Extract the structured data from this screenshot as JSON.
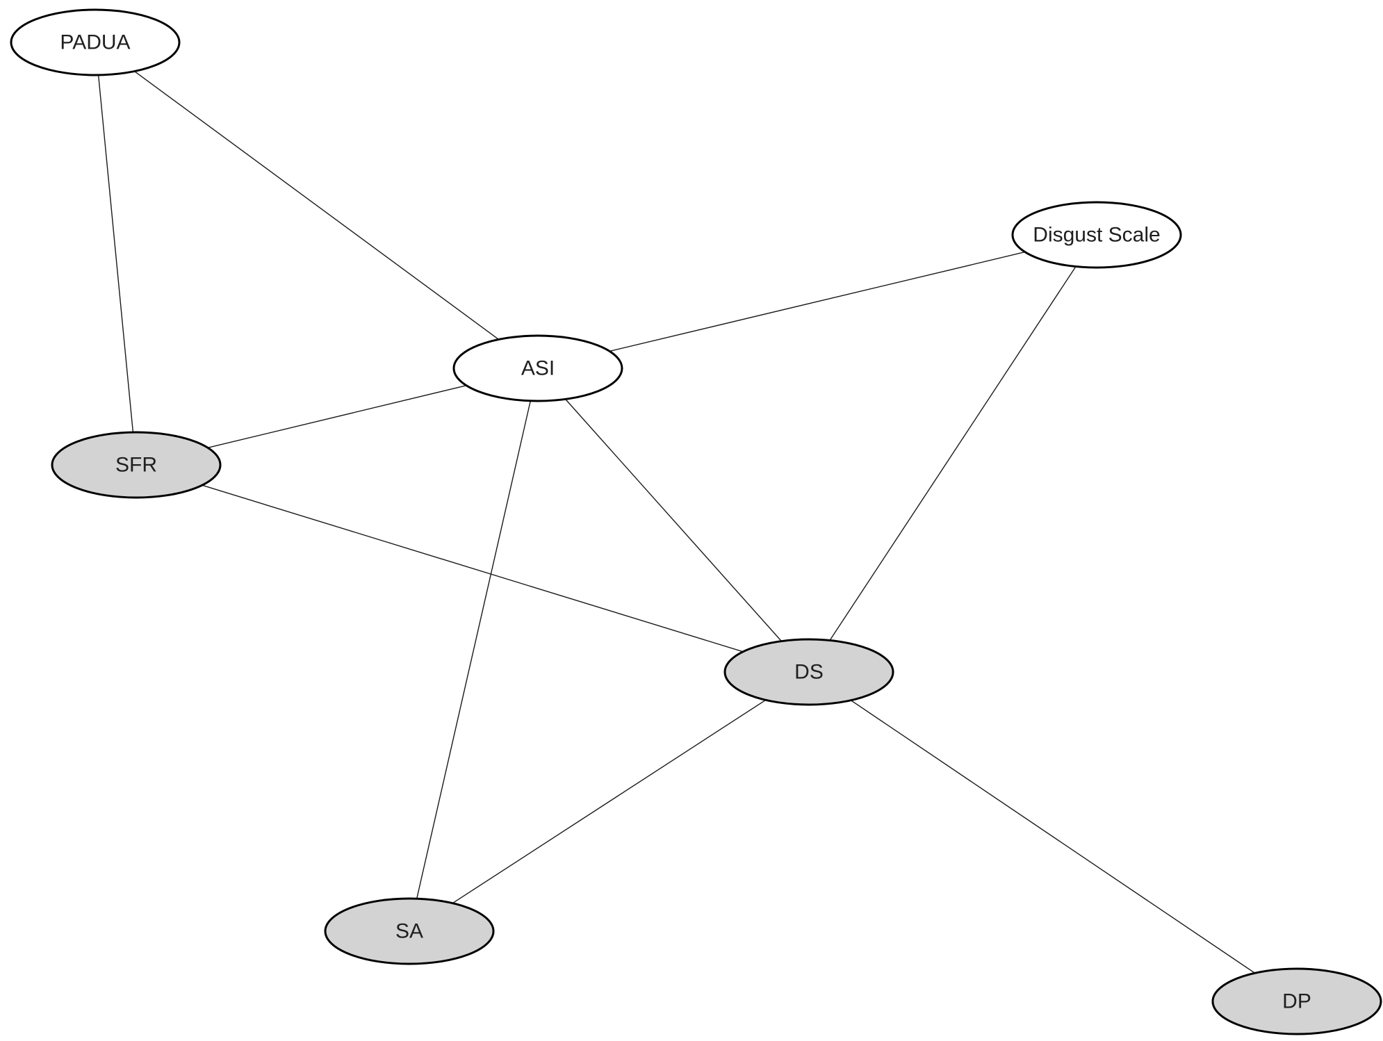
{
  "colors": {
    "observed_fill": "#ffffff",
    "latent_fill": "#d3d3d3",
    "stroke": "#000000",
    "edge": "#1a1a1a",
    "text": "#1f1f1f"
  },
  "nodes": [
    {
      "id": "padua",
      "label": "PADUA",
      "style": "observed"
    },
    {
      "id": "asi",
      "label": "ASI",
      "style": "observed"
    },
    {
      "id": "disgust",
      "label": "Disgust Scale",
      "style": "observed"
    },
    {
      "id": "sfr",
      "label": "SFR",
      "style": "latent"
    },
    {
      "id": "ds",
      "label": "DS",
      "style": "latent"
    },
    {
      "id": "sa",
      "label": "SA",
      "style": "latent"
    },
    {
      "id": "dp",
      "label": "DP",
      "style": "latent"
    }
  ],
  "edges": [
    {
      "from": "padua",
      "to": "sfr"
    },
    {
      "from": "padua",
      "to": "asi"
    },
    {
      "from": "asi",
      "to": "disgust"
    },
    {
      "from": "asi",
      "to": "sfr"
    },
    {
      "from": "asi",
      "to": "sa"
    },
    {
      "from": "asi",
      "to": "ds"
    },
    {
      "from": "disgust",
      "to": "ds"
    },
    {
      "from": "sfr",
      "to": "ds"
    },
    {
      "from": "ds",
      "to": "sa"
    },
    {
      "from": "ds",
      "to": "dp"
    }
  ]
}
